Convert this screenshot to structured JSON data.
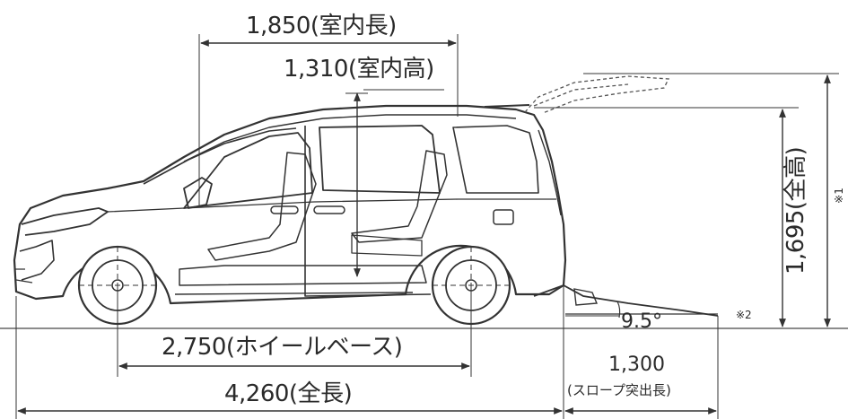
{
  "dimensions": {
    "interior_length": "1,850(室内長)",
    "interior_height": "1,310(室内高)",
    "wheelbase": "2,750(ホイールベース)",
    "overall_length": "4,260(全長)",
    "ramp_extension_value": "1,300",
    "ramp_extension_label": "(スロープ突出長)",
    "overall_height": "1,695(全高)",
    "ramp_angle": "9.5°"
  },
  "notes": {
    "note1": "※1",
    "note2": "※2"
  },
  "colors": {
    "line": "#333333",
    "car_fill": "#ffffff",
    "ground": "#555555"
  }
}
